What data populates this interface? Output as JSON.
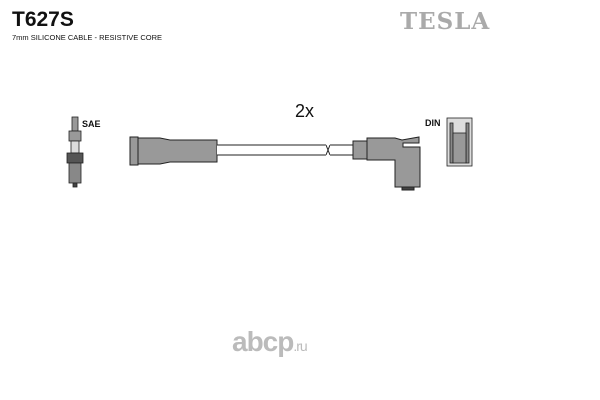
{
  "product": {
    "code": "T627S",
    "description": "7mm SILICONE CABLE - RESISTIVE CORE",
    "brand": "TESLA"
  },
  "diagram": {
    "quantity": "2x",
    "left_end_label": "SAE",
    "right_end_label": "DIN"
  },
  "watermark": {
    "main": "abcp",
    ".ru": ".ru"
  }
}
